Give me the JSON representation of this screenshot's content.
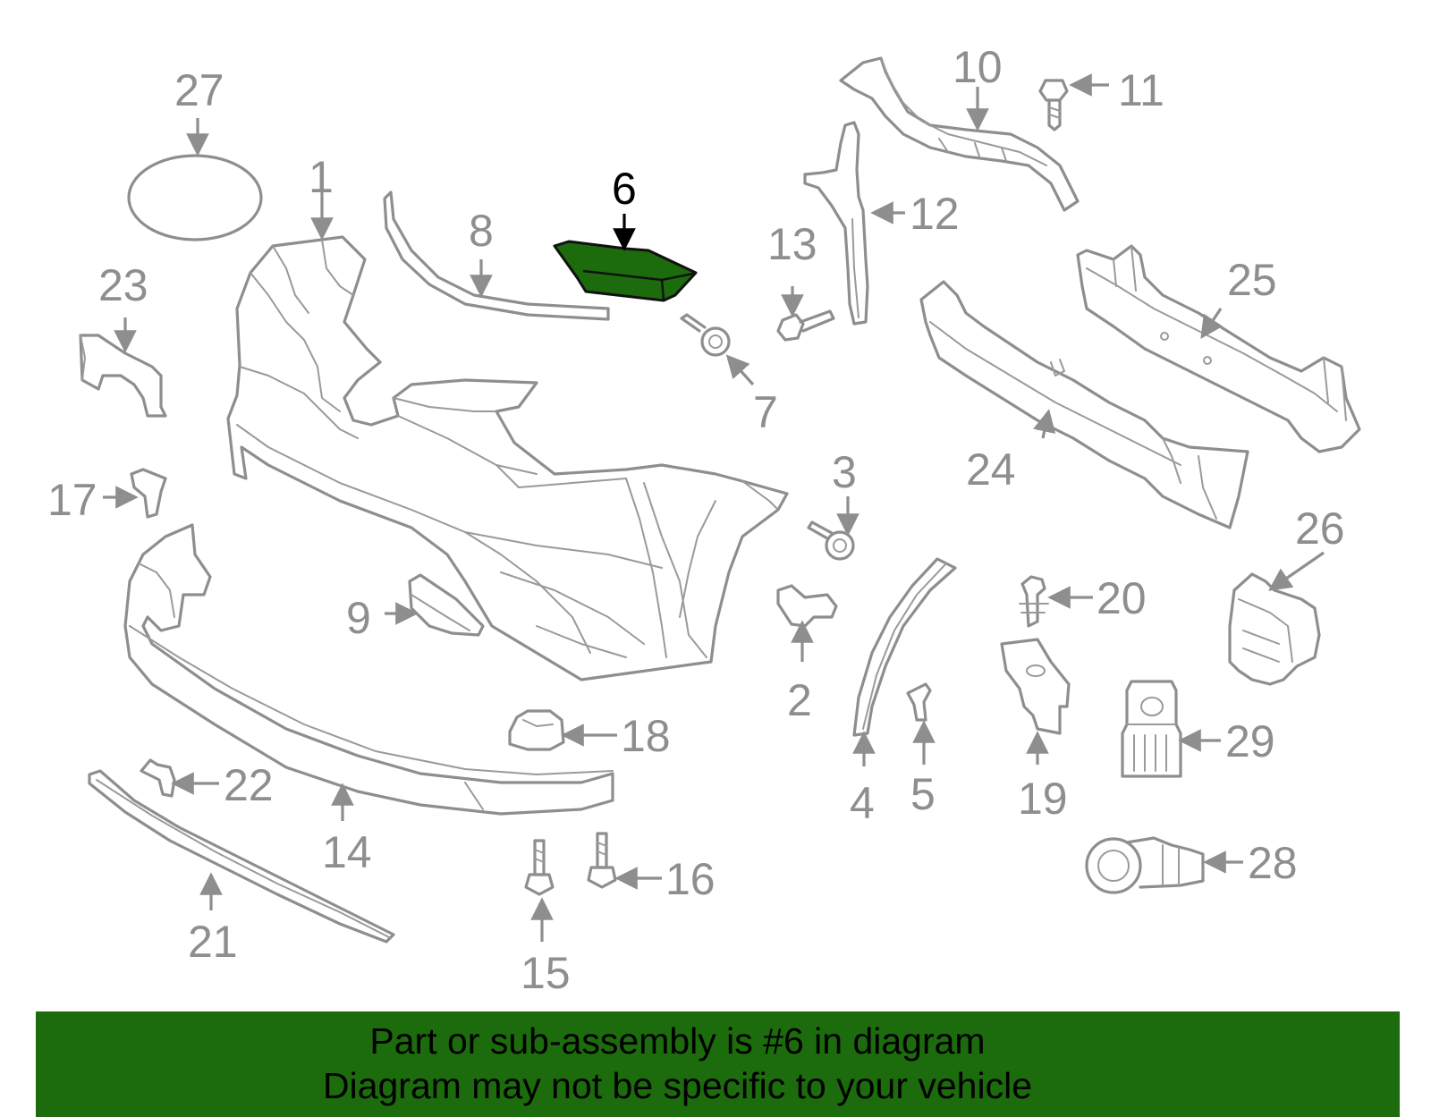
{
  "callouts": {
    "c1": "1",
    "c2": "2",
    "c3": "3",
    "c4": "4",
    "c5": "5",
    "c6": "6",
    "c7": "7",
    "c8": "8",
    "c9": "9",
    "c10": "10",
    "c11": "11",
    "c12": "12",
    "c13": "13",
    "c14": "14",
    "c15": "15",
    "c16": "16",
    "c17": "17",
    "c18": "18",
    "c19": "19",
    "c20": "20",
    "c21": "21",
    "c22": "22",
    "c23": "23",
    "c24": "24",
    "c25": "25",
    "c26": "26",
    "c27": "27",
    "c28": "28",
    "c29": "29"
  },
  "highlight": {
    "part_number": "6",
    "fill_color": "#1c6b0c"
  },
  "banner": {
    "line1": "Part or sub-assembly is #6 in diagram",
    "line2": "Diagram may not be specific to your vehicle",
    "background": "#1c6b0c"
  }
}
